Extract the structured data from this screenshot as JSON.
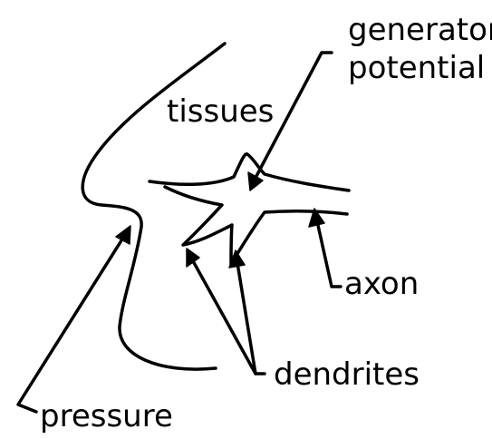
{
  "labels": {
    "generator_line1": "generator",
    "generator_line2": "potential",
    "tissues": "tissues",
    "axon": "axon",
    "dendrites": "dendrites",
    "pressure": "pressure"
  }
}
